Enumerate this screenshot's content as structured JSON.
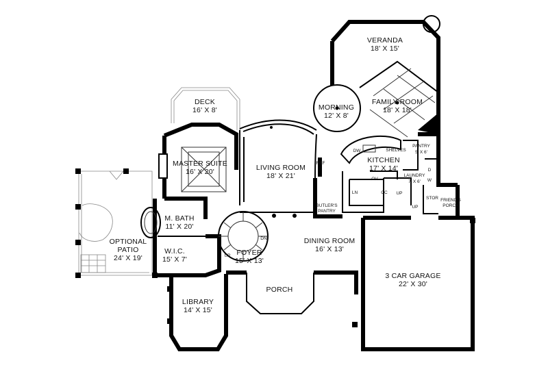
{
  "rooms": [
    {
      "id": "veranda",
      "name": "VERANDA",
      "dims": "18' X 15'"
    },
    {
      "id": "family-room",
      "name": "FAMILY ROOM",
      "dims": "18' X 18'"
    },
    {
      "id": "morning",
      "name": "MORNING",
      "dims": "12' X 8'"
    },
    {
      "id": "deck",
      "name": "DECK",
      "dims": "16' X 8'"
    },
    {
      "id": "master-suite",
      "name": "MASTER SUITE",
      "dims": "16' X 20'"
    },
    {
      "id": "living-room",
      "name": "LIVING ROOM",
      "dims": "18' X 21'"
    },
    {
      "id": "kitchen",
      "name": "KITCHEN",
      "dims": "17' X 14'"
    },
    {
      "id": "pantry",
      "name": "PANTRY",
      "dims": "5' X 6'"
    },
    {
      "id": "laundry",
      "name": "LAUNDRY",
      "dims": "7' X 6'"
    },
    {
      "id": "m-bath",
      "name": "M. BATH",
      "dims": "11' X 20'"
    },
    {
      "id": "wic",
      "name": "W.I.C.",
      "dims": "15' X 7'"
    },
    {
      "id": "patio",
      "name": "OPTIONAL\nPATIO",
      "dims": "24' X 19'"
    },
    {
      "id": "foyer",
      "name": "FOYER",
      "dims": "15' X 13'"
    },
    {
      "id": "dining-room",
      "name": "DINING ROOM",
      "dims": "16' X 13'"
    },
    {
      "id": "garage",
      "name": "3 CAR GARAGE",
      "dims": "22' X 30'"
    },
    {
      "id": "library",
      "name": "LIBRARY",
      "dims": "14' X 15'"
    },
    {
      "id": "porch",
      "name": "PORCH",
      "dims": ""
    }
  ],
  "small_labels": {
    "shelves": "SHELVES",
    "dw": "DW",
    "ref": "REF",
    "ov": "OV",
    "ln": "LN",
    "cc": "CC",
    "d": "D",
    "w": "W",
    "stor": "STOR",
    "butlers_pantry": "BUTLER'S\nPANTRY",
    "friends_porch": "FRIEND'S\nPORCH",
    "up_1": "UP",
    "up_2": "UP",
    "up_foyer": "UP",
    "dn_foyer": "DN"
  }
}
